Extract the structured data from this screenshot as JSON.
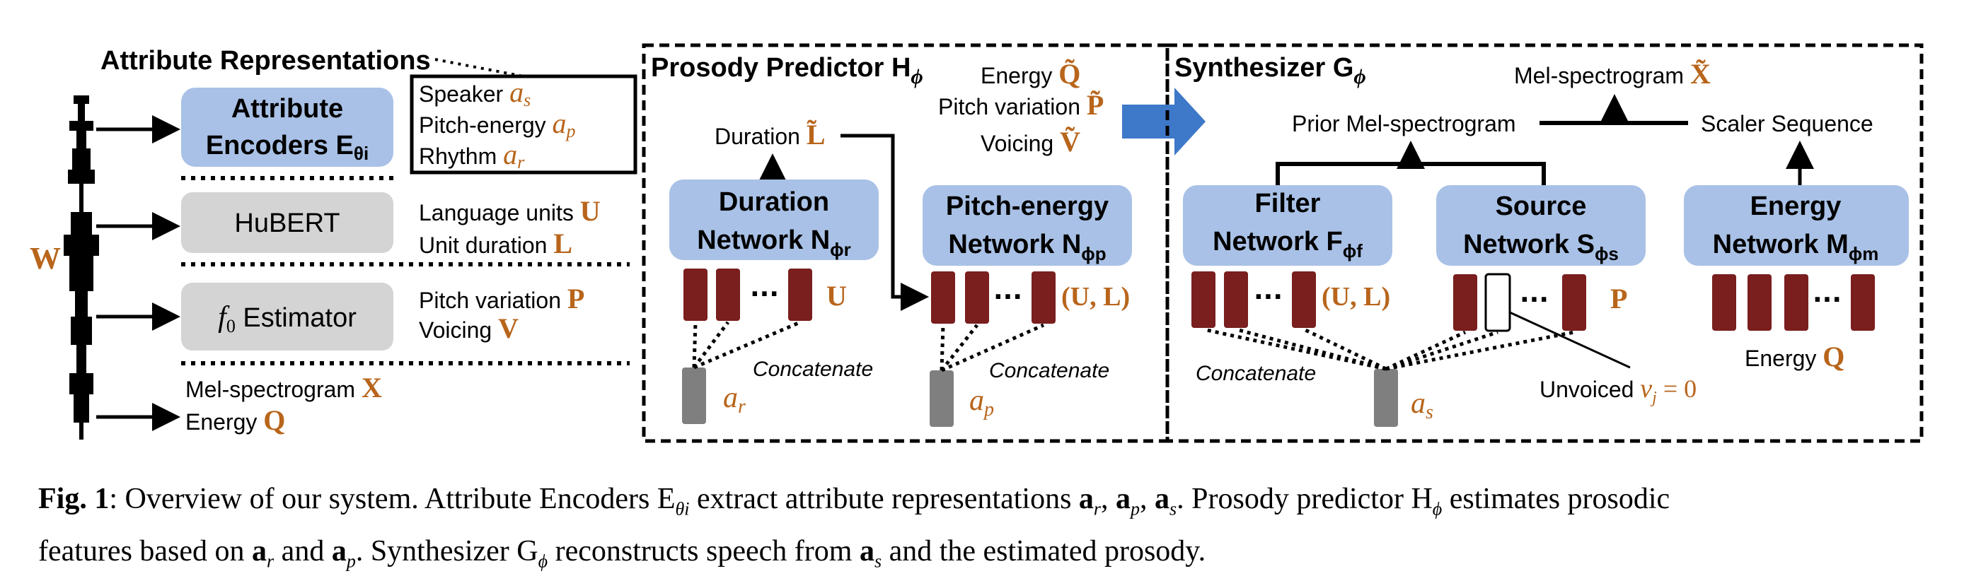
{
  "colors": {
    "accent_orange": "#b8651b",
    "encoder_blue": "#a9c1e6",
    "gray_block": "#d4d4d4",
    "token_red": "#7a1e1e",
    "arrow_blue": "#3e78c8",
    "latent_gray": "#7f7f7f"
  },
  "left": {
    "section_title": "Attribute Representations",
    "waveform_symbol": "W",
    "attribute_encoders_line1": "Attribute",
    "attribute_encoders_line2": "Encoders E",
    "attribute_encoders_sub": "θi",
    "attr_box": {
      "speaker": "Speaker",
      "speaker_sym": "a",
      "speaker_sub": "s",
      "pitch_energy": "Pitch-energy",
      "pitch_energy_sym": "a",
      "pitch_energy_sub": "p",
      "rhythm": "Rhythm",
      "rhythm_sym": "a",
      "rhythm_sub": "r"
    },
    "hubert": "HuBERT",
    "language_units": "Language units",
    "language_units_sym": "U",
    "unit_duration": "Unit duration",
    "unit_duration_sym": "L",
    "f0_estimator_sym": "f",
    "f0_estimator_sub": "0",
    "f0_estimator_label": "Estimator",
    "pitch_variation": "Pitch variation",
    "pitch_variation_sym": "P",
    "voicing": "Voicing",
    "voicing_sym": "V",
    "mel_spectrogram": "Mel-spectrogram",
    "mel_spectrogram_sym": "X",
    "energy": "Energy",
    "energy_sym": "Q"
  },
  "prosody": {
    "title": "Prosody Predictor H",
    "title_sub": "ϕ",
    "duration_out": "Duration",
    "duration_out_sym": "L̃",
    "energy_out": "Energy",
    "energy_out_sym": "Q̃",
    "pitch_out": "Pitch variation",
    "pitch_out_sym": "P̃",
    "voicing_out": "Voicing",
    "voicing_out_sym": "Ṽ",
    "duration_net_line1": "Duration",
    "duration_net_line2": "Network N",
    "duration_net_sub": "ϕr",
    "pitch_net_line1": "Pitch-energy",
    "pitch_net_line2": "Network N",
    "pitch_net_sub": "ϕp",
    "tokens_U": "U",
    "tokens_UL": "(U, L)",
    "concat1": "Concatenate",
    "concat2": "Concatenate",
    "latent_r_sym": "a",
    "latent_r_sub": "r",
    "latent_p_sym": "a",
    "latent_p_sub": "p",
    "dots": "···"
  },
  "synth": {
    "title": "Synthesizer G",
    "title_sub": "ϕ",
    "mel_out": "Mel-spectrogram",
    "mel_out_sym": "X̃",
    "prior_mel": "Prior Mel-spectrogram",
    "scaler_seq": "Scaler Sequence",
    "filter_line1": "Filter",
    "filter_line2": "Network F",
    "filter_sub": "ϕf",
    "source_line1": "Source",
    "source_line2": "Network S",
    "source_sub": "ϕs",
    "energy_line1": "Energy",
    "energy_line2": "Network M",
    "energy_sub": "ϕm",
    "tokens_UL": "(U, L)",
    "tokens_P": "P",
    "energy_label": "Energy",
    "energy_label_sym": "Q",
    "concat": "Concatenate",
    "unvoiced": "Unvoiced",
    "unvoiced_eq": "v",
    "unvoiced_eq_sub": "j",
    "unvoiced_eq_rhs": " = 0",
    "latent_s_sym": "a",
    "latent_s_sub": "s",
    "dots": "···"
  },
  "caption": {
    "fig": "Fig. 1",
    "colon": ":",
    "line1": " Overview of our system. Attribute Encoders E",
    "line1_sub": "θi",
    "line1b": " extract attribute representations ",
    "reps": "a",
    "rep_r": "r",
    "rep_p": "p",
    "rep_s": "s",
    "line1c": ". Prosody predictor H",
    "line1c_sub": "ϕ",
    "line1d": " estimates prosodic",
    "line2a": "features based on ",
    "line2b": " and ",
    "line2c": ". Synthesizer G",
    "line2c_sub": "ϕ",
    "line2d": " reconstructs speech from ",
    "line2e": " and the estimated prosody."
  }
}
